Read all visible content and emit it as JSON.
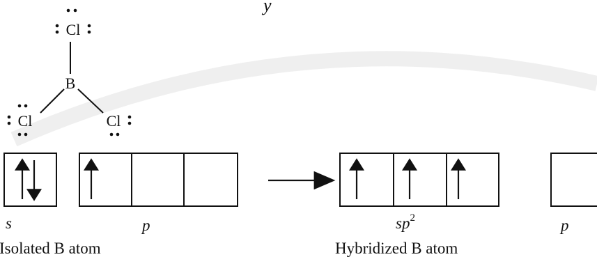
{
  "top_fragment": "y",
  "molecule": {
    "center_atom": "B",
    "ligands": [
      "Cl",
      "Cl",
      "Cl"
    ],
    "lone_pair_mark": "•"
  },
  "isolated": {
    "s_label": "s",
    "p_label": "p",
    "caption": "Isolated B atom",
    "s_orbital": [
      "up-down"
    ],
    "p_orbitals": [
      "up",
      "empty",
      "empty"
    ]
  },
  "hybridized": {
    "sp2_label_base": "sp",
    "sp2_label_sup": "2",
    "p_label": "p",
    "caption": "Hybridized B atom",
    "sp2_orbitals": [
      "up",
      "up",
      "up"
    ],
    "p_orbitals": [
      "empty"
    ]
  },
  "colors": {
    "ink": "#111111",
    "watermark": "#d9d9d9"
  }
}
